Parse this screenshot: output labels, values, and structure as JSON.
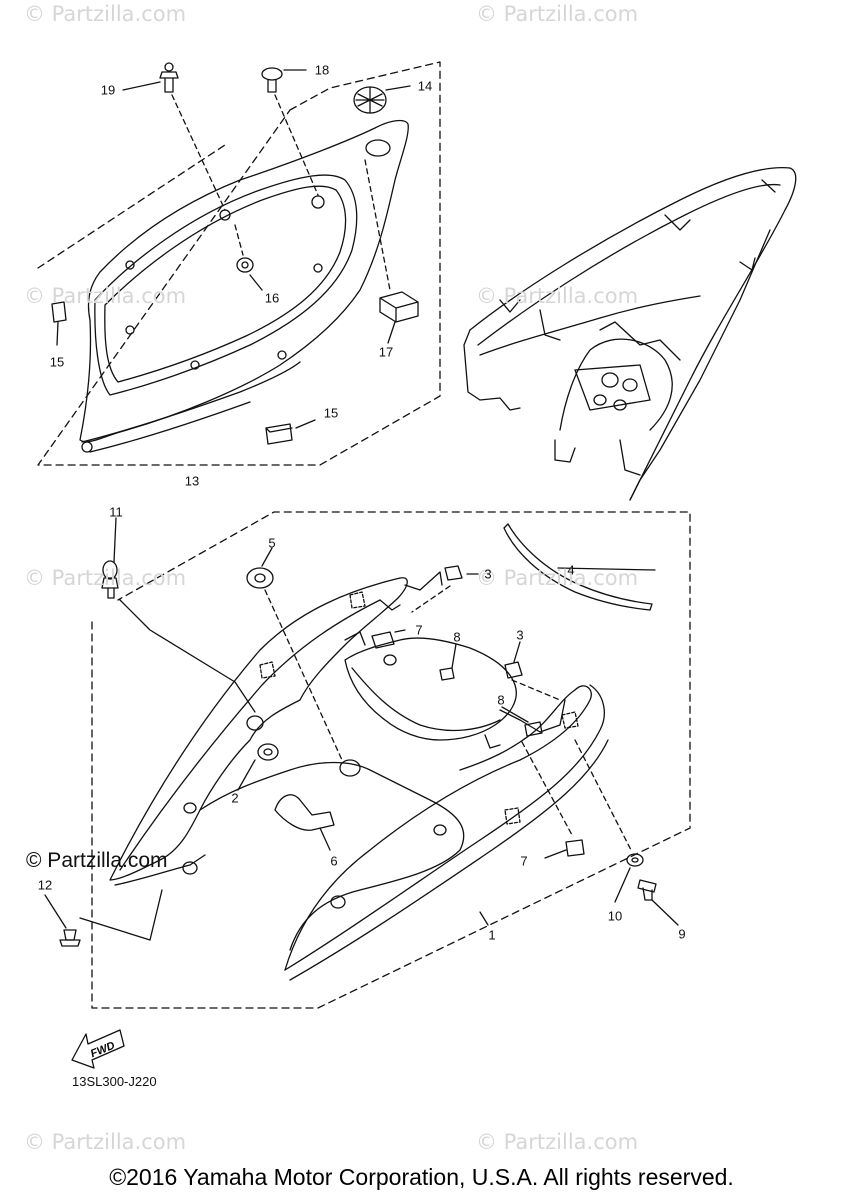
{
  "watermarks": [
    "© Partzilla.com",
    "© Partzilla.com",
    "© Partzilla.com",
    "© Partzilla.com",
    "© Partzilla.com",
    "© Partzilla.com",
    "© Partzilla.com",
    "© Partzilla.com"
  ],
  "main_watermark": "© Partzilla.com",
  "callouts": [
    "19",
    "18",
    "14",
    "16",
    "15",
    "17",
    "15",
    "13",
    "11",
    "5",
    "3",
    "4",
    "7",
    "8",
    "3",
    "8",
    "2",
    "6",
    "7",
    "12",
    "1",
    "10",
    "9"
  ],
  "fwd_label": "FWD",
  "diagram_code": "13SL300-J220",
  "copyright": "©2016 Yamaha Motor Corporation, U.S.A. All rights reserved."
}
